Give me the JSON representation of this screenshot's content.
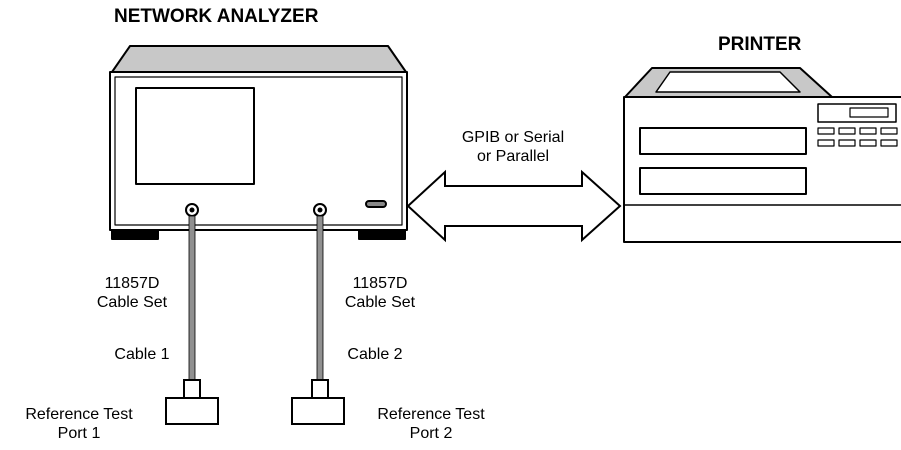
{
  "titles": {
    "analyzer": "NETWORK ANALYZER",
    "printer": "PRINTER"
  },
  "connection": {
    "line1": "GPIB or Serial",
    "line2": "or Parallel"
  },
  "port1": {
    "cable_set_line1": "11857D",
    "cable_set_line2": "Cable Set",
    "cable": "Cable 1",
    "reference_line1": "Reference Test",
    "reference_line2": "Port 1"
  },
  "port2": {
    "cable_set_line1": "11857D",
    "cable_set_line2": "Cable Set",
    "cable": "Cable 2",
    "reference_line1": "Reference Test",
    "reference_line2": "Port 2"
  },
  "colors": {
    "line": "#000000",
    "body_fill": "#ffffff",
    "top_panel": "#c8c8c8",
    "cable": "#909090",
    "feet": "#000000"
  }
}
